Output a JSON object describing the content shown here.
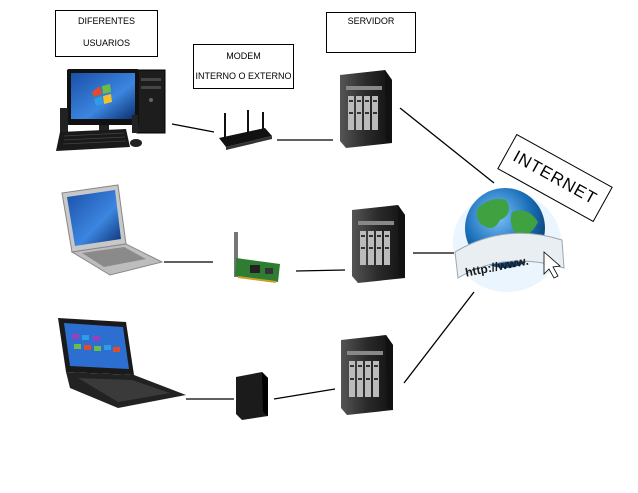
{
  "labels": {
    "usuarios_line1": "DIFERENTES",
    "usuarios_line2": "USUARIOS",
    "modem_line1": "MODEM",
    "modem_line2": "INTERNO O EXTERNO",
    "servidor": "SERVIDOR",
    "internet": "INTERNET",
    "globe_url": "http://www."
  },
  "colors": {
    "line": "#000000",
    "server_body": "#2b2b2b",
    "globe_ocean": "#1a6fb8",
    "globe_land": "#3fa13f",
    "screen_blue": "#2d6fd1"
  }
}
